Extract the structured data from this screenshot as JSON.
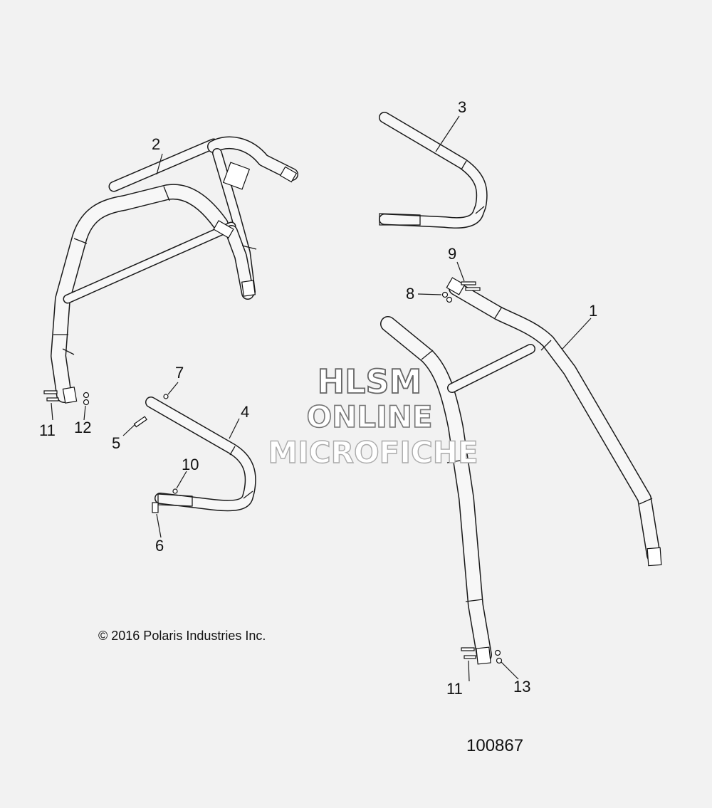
{
  "callouts": {
    "c1": "1",
    "c2": "2",
    "c3": "3",
    "c4": "4",
    "c5": "5",
    "c6": "6",
    "c7": "7",
    "c8": "8",
    "c9": "9",
    "c10": "10",
    "c11a": "11",
    "c12": "12",
    "c11b": "11",
    "c13": "13"
  },
  "watermark": {
    "line1": "HLSM",
    "line2": "ONLINE",
    "line3": "MICROFICHE"
  },
  "copyright": "© 2016 Polaris Industries Inc.",
  "diagram_number": "100867"
}
